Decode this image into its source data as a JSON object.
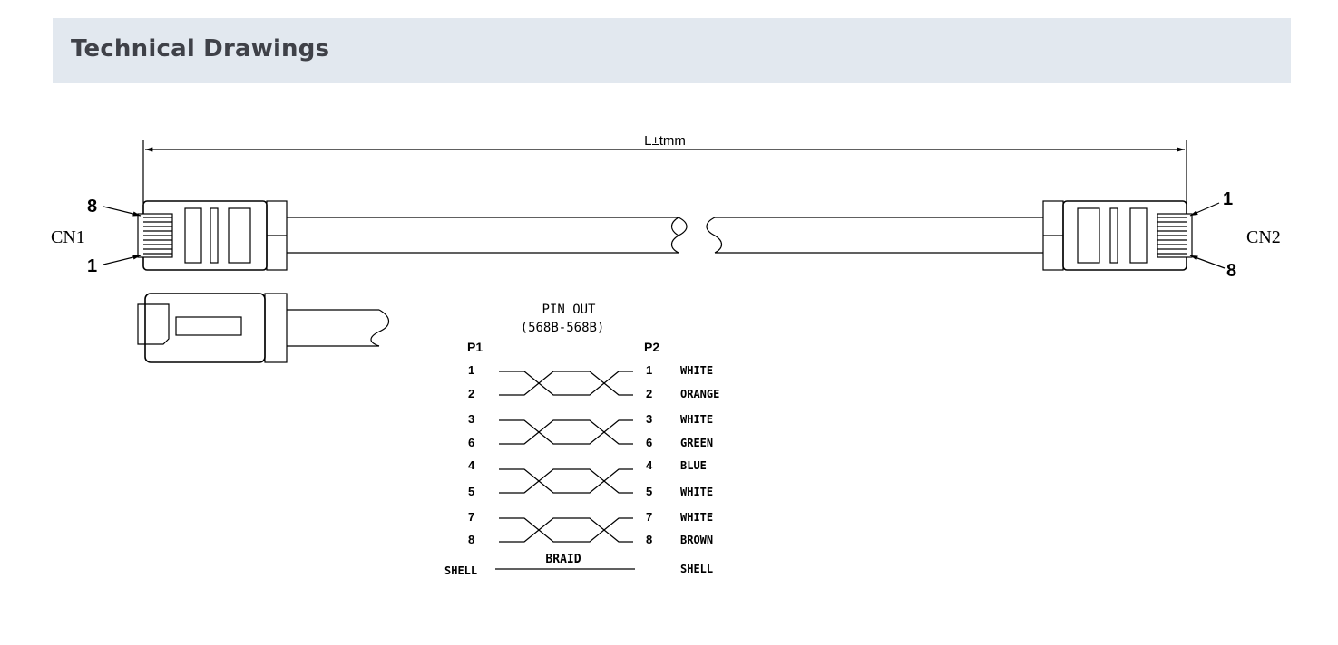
{
  "header": {
    "title": "Technical Drawings"
  },
  "dimension": {
    "length_label": "L±tmm"
  },
  "connectors": {
    "left": {
      "name": "CN1",
      "pin_top": "8",
      "pin_bottom": "1"
    },
    "right": {
      "name": "CN2",
      "pin_top": "1",
      "pin_bottom": "8"
    }
  },
  "pinout": {
    "title": "PIN OUT",
    "subtitle": "(568B-568B)",
    "p1_label": "P1",
    "p2_label": "P2",
    "rows": [
      {
        "p1": "1",
        "p2": "1",
        "color": "WHITE"
      },
      {
        "p1": "2",
        "p2": "2",
        "color": "ORANGE"
      },
      {
        "p1": "3",
        "p2": "3",
        "color": "WHITE"
      },
      {
        "p1": "6",
        "p2": "6",
        "color": "GREEN"
      },
      {
        "p1": "4",
        "p2": "4",
        "color": "BLUE"
      },
      {
        "p1": "5",
        "p2": "5",
        "color": "WHITE"
      },
      {
        "p1": "7",
        "p2": "7",
        "color": "WHITE"
      },
      {
        "p1": "8",
        "p2": "8",
        "color": "BROWN"
      }
    ],
    "shell_left": "SHELL",
    "shell_right": "SHELL",
    "braid_label": "BRAID"
  }
}
